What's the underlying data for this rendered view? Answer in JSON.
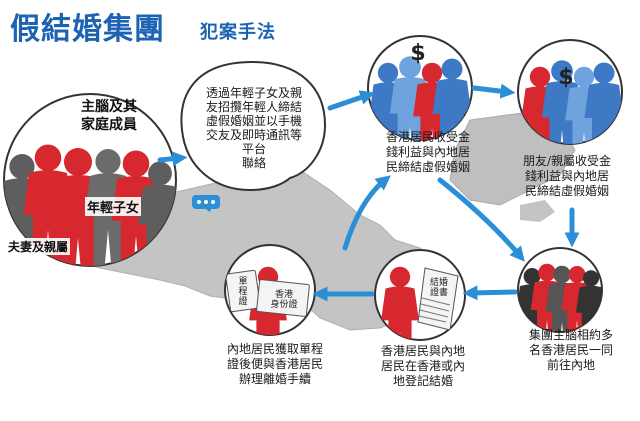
{
  "title": {
    "main": "假結婚集團",
    "sub": "犯案手法"
  },
  "labels": {
    "leaders": "主腦及其\n家庭成員",
    "youth": "年輕子女",
    "spouse": "夫妻及親屬"
  },
  "steps": [
    {
      "text": "透過年輕子女及親\n友招攬年輕人締結\n虛假婚姻並以手機\n交友及即時通訊等\n平台\n聯絡"
    },
    {
      "text": "香港居民收受金\n錢利益與內地居\n民締結虛假婚姻"
    },
    {
      "text": "朋友/親屬收受金\n錢利益與內地居\n民締結虛假婚姻"
    },
    {
      "text": "集團主腦相約多\n名香港居民一同\n前往內地"
    },
    {
      "text": "香港居民與內地\n居民在香港或內\n地登記結婚"
    },
    {
      "text": "內地居民獲取單程\n證後便與香港居民\n辦理離婚手續"
    }
  ],
  "cards": {
    "permit": "單\n程\n證",
    "hkid": "香港\n身份證",
    "certificate": "結婚\n證書"
  },
  "symbols": {
    "money": "$"
  },
  "colors": {
    "title_blue": "#1d63b4",
    "arrow_blue": "#2a8fd6",
    "red": "#d7282f",
    "blue_person": "#3d79c4",
    "grey": "#5e5e5e",
    "map_grey": "#c4c4c4"
  }
}
